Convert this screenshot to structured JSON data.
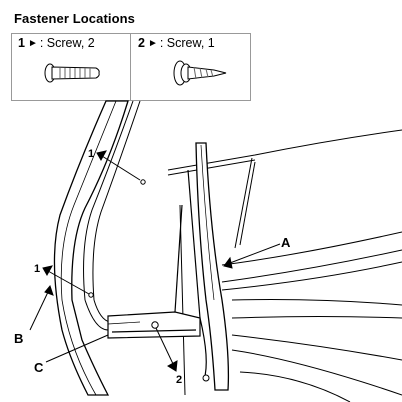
{
  "legend": {
    "title": "Fastener Locations",
    "items": [
      {
        "number": "1",
        "symbol": "►",
        "text": ": Screw, 2"
      },
      {
        "number": "2",
        "symbol": "►",
        "text": ": Screw, 1"
      }
    ]
  },
  "callouts": {
    "a": "A",
    "b": "B",
    "c": "C",
    "fastener_1_upper": "1",
    "fastener_1_lower": "1",
    "fastener_2": "2"
  }
}
